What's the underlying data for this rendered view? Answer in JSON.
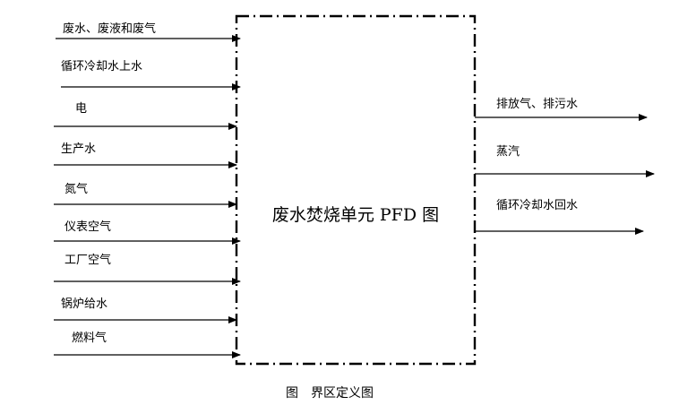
{
  "diagram": {
    "unit_title": "废水焚烧单元 PFD 图",
    "caption": "图　界区定义图",
    "inputs": [
      "废水、废液和废气",
      "循环冷却水上水",
      "电",
      "生产水",
      "氮气",
      "仪表空气",
      "工厂空气",
      "锅炉给水",
      "燃料气"
    ],
    "outputs": [
      "排放气、排污水",
      "蒸汽",
      "循环冷却水回水"
    ]
  }
}
